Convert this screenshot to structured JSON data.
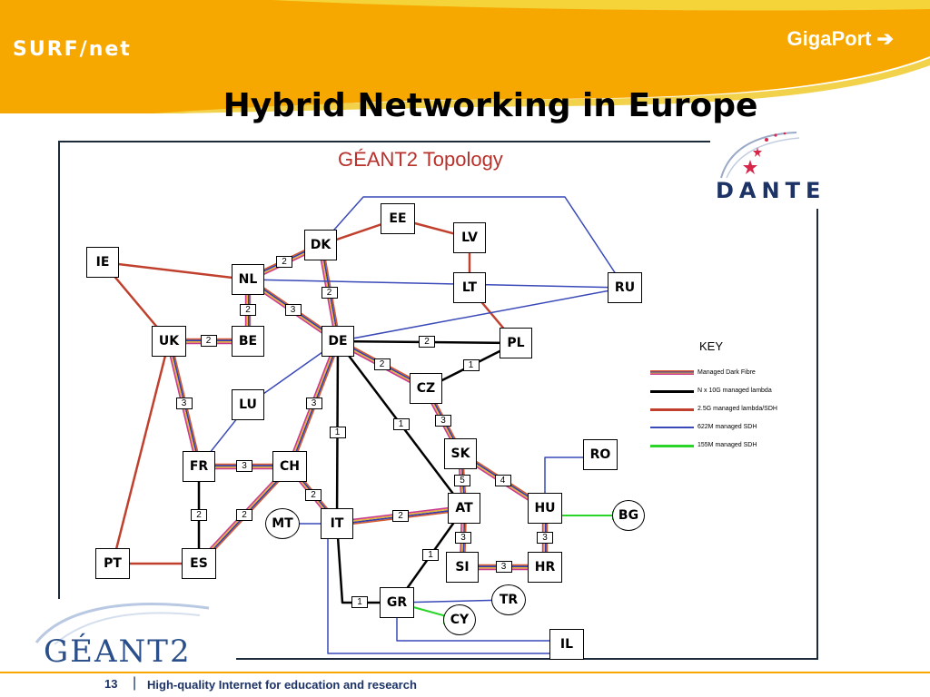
{
  "header": {
    "brand": "SURF/net",
    "brand_sub": "",
    "product": "GigaPort ➔",
    "title": "Hybrid Networking in Europe",
    "partner_logo": "DANTE",
    "accent": "#f7a800"
  },
  "diagram": {
    "title": "GÉANT2 Topology",
    "nodes": [
      {
        "id": "IE",
        "shape": "box"
      },
      {
        "id": "NL",
        "shape": "box"
      },
      {
        "id": "DK",
        "shape": "box"
      },
      {
        "id": "EE",
        "shape": "box"
      },
      {
        "id": "LV",
        "shape": "box"
      },
      {
        "id": "LT",
        "shape": "box"
      },
      {
        "id": "RU",
        "shape": "box"
      },
      {
        "id": "UK",
        "shape": "box"
      },
      {
        "id": "BE",
        "shape": "box"
      },
      {
        "id": "DE",
        "shape": "box"
      },
      {
        "id": "PL",
        "shape": "box"
      },
      {
        "id": "LU",
        "shape": "box"
      },
      {
        "id": "CZ",
        "shape": "box"
      },
      {
        "id": "FR",
        "shape": "box"
      },
      {
        "id": "CH",
        "shape": "box"
      },
      {
        "id": "SK",
        "shape": "box"
      },
      {
        "id": "RO",
        "shape": "box"
      },
      {
        "id": "AT",
        "shape": "box"
      },
      {
        "id": "HU",
        "shape": "box"
      },
      {
        "id": "BG",
        "shape": "circle"
      },
      {
        "id": "MT",
        "shape": "circle"
      },
      {
        "id": "IT",
        "shape": "box"
      },
      {
        "id": "PT",
        "shape": "box"
      },
      {
        "id": "ES",
        "shape": "box"
      },
      {
        "id": "SI",
        "shape": "box"
      },
      {
        "id": "HR",
        "shape": "box"
      },
      {
        "id": "GR",
        "shape": "box"
      },
      {
        "id": "TR",
        "shape": "circle"
      },
      {
        "id": "CY",
        "shape": "circle"
      },
      {
        "id": "IL",
        "shape": "box"
      }
    ],
    "links": [
      {
        "from": "IE",
        "to": "NL",
        "type": "sdh25"
      },
      {
        "from": "IE",
        "to": "UK",
        "type": "sdh25"
      },
      {
        "from": "NL",
        "to": "DK",
        "type": "dark",
        "count": "2"
      },
      {
        "from": "NL",
        "to": "BE",
        "type": "dark",
        "count": "2"
      },
      {
        "from": "NL",
        "to": "DE",
        "type": "dark",
        "count": "3"
      },
      {
        "from": "DK",
        "to": "DE",
        "type": "dark",
        "count": "2"
      },
      {
        "from": "DK",
        "to": "EE",
        "type": "sdh25"
      },
      {
        "from": "DK",
        "to": "RU",
        "type": "sdh622"
      },
      {
        "from": "EE",
        "to": "LV",
        "type": "sdh25"
      },
      {
        "from": "LV",
        "to": "LT",
        "type": "sdh25"
      },
      {
        "from": "LT",
        "to": "PL",
        "type": "sdh25"
      },
      {
        "from": "NL",
        "to": "RU",
        "type": "sdh622"
      },
      {
        "from": "DE",
        "to": "RU",
        "type": "sdh622"
      },
      {
        "from": "UK",
        "to": "BE",
        "type": "dark",
        "count": "2"
      },
      {
        "from": "UK",
        "to": "FR",
        "type": "dark",
        "count": "3"
      },
      {
        "from": "UK",
        "to": "PT",
        "type": "sdh25"
      },
      {
        "from": "DE",
        "to": "PL",
        "type": "lambda",
        "count": "2"
      },
      {
        "from": "DE",
        "to": "CZ",
        "type": "dark",
        "count": "2"
      },
      {
        "from": "DE",
        "to": "LU",
        "type": "sdh622"
      },
      {
        "from": "DE",
        "to": "CH",
        "type": "dark",
        "count": "3"
      },
      {
        "from": "DE",
        "to": "IT",
        "type": "lambda",
        "count": "1"
      },
      {
        "from": "DE",
        "to": "AT",
        "type": "lambda",
        "count": "1"
      },
      {
        "from": "PL",
        "to": "CZ",
        "type": "lambda",
        "count": "1"
      },
      {
        "from": "LU",
        "to": "FR",
        "type": "sdh622"
      },
      {
        "from": "CZ",
        "to": "SK",
        "type": "dark",
        "count": "3"
      },
      {
        "from": "FR",
        "to": "CH",
        "type": "dark",
        "count": "3"
      },
      {
        "from": "FR",
        "to": "ES",
        "type": "lambda",
        "count": "2"
      },
      {
        "from": "CH",
        "to": "IT",
        "type": "dark",
        "count": "2"
      },
      {
        "from": "CH",
        "to": "ES",
        "type": "dark",
        "count": "2"
      },
      {
        "from": "SK",
        "to": "AT",
        "type": "dark",
        "count": "5"
      },
      {
        "from": "SK",
        "to": "HU",
        "type": "dark",
        "count": "4"
      },
      {
        "from": "AT",
        "to": "IT",
        "type": "dark",
        "count": "2"
      },
      {
        "from": "AT",
        "to": "SI",
        "type": "dark",
        "count": "3"
      },
      {
        "from": "AT",
        "to": "GR",
        "type": "lambda",
        "count": "1"
      },
      {
        "from": "HU",
        "to": "RO",
        "type": "sdh622"
      },
      {
        "from": "HU",
        "to": "BG",
        "type": "sdh155"
      },
      {
        "from": "HU",
        "to": "HR",
        "type": "dark",
        "count": "3"
      },
      {
        "from": "SI",
        "to": "HR",
        "type": "dark",
        "count": "3"
      },
      {
        "from": "PT",
        "to": "ES",
        "type": "sdh25"
      },
      {
        "from": "MT",
        "to": "IT",
        "type": "sdh622"
      },
      {
        "from": "IT",
        "to": "GR",
        "type": "lambda",
        "count": "1"
      },
      {
        "from": "IT",
        "to": "IL",
        "type": "sdh622"
      },
      {
        "from": "GR",
        "to": "TR",
        "type": "sdh622"
      },
      {
        "from": "GR",
        "to": "CY",
        "type": "sdh155"
      },
      {
        "from": "GR",
        "to": "IL",
        "type": "sdh622"
      }
    ],
    "key": {
      "title": "KEY",
      "items": [
        {
          "type": "dark",
          "label": "Managed Dark Fibre"
        },
        {
          "type": "lambda",
          "label": "N x 10G managed lambda"
        },
        {
          "type": "sdh25",
          "label": "2.5G managed lambda/SDH"
        },
        {
          "type": "sdh622",
          "label": "622M managed SDH"
        },
        {
          "type": "sdh155",
          "label": "155M managed SDH"
        }
      ]
    },
    "colors": {
      "sdh25": "#c0402d",
      "lambda": "#000000",
      "sdh622": "#3949b8",
      "sdh155": "#2ad52a",
      "dark": [
        "#d4572f",
        "#2c3fb0",
        "#e9b33a",
        "#c93b8f"
      ]
    }
  },
  "footer": {
    "logo": "GÉANT2",
    "page": "13",
    "separator": "|",
    "tagline": "High-quality Internet for education and research"
  }
}
